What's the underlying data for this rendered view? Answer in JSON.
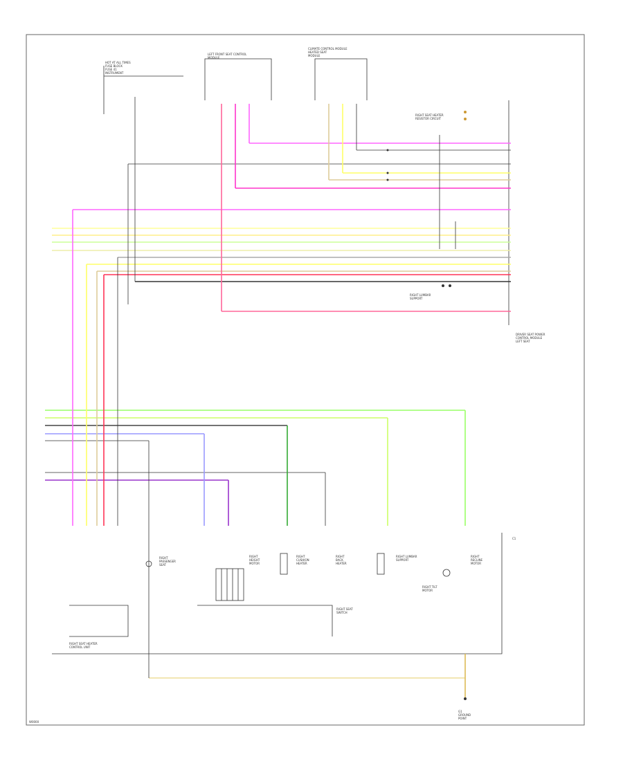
{
  "footer_code": "W0000",
  "colors": {
    "pink": "#ff66ff",
    "magenta": "#ff33cc",
    "red": "#ff3355",
    "yellow": "#ffff66",
    "green": "#99ff66",
    "light_green": "#ccff99",
    "dark_green": "#33aa33",
    "blue": "#6666ff",
    "purple": "#9933cc",
    "gray": "#888888",
    "black": "#222222",
    "tan": "#ddcc99",
    "orange": "#cc9933"
  },
  "labels": {
    "fuse_box": "HOT AT ALL TIMES\nFUSE BLOCK\nFUSE 41\nINSTRUMENT",
    "left_module": "LEFT FRONT SEAT CONTROL\nMODULE",
    "right_module": "CLIMATE CONTROL MODULE\nHEATED SEAT\nMODULE",
    "connector_right": "DRIVER SEAT POWER\nCONTROL MODULE\nLEFT SEAT",
    "seat_heater": "RIGHT SEAT HEATER\nRESISTOR CIRCUIT",
    "seat_heater_bottom": "RIGHT SEAT HEATER\nCONTROL UNIT",
    "passenger_switch": "RIGHT\nPASSENGER\nSEAT",
    "cushion": "RIGHT\nCUSHION\nHEATER",
    "backrest": "RIGHT\nBACK\nHEATER",
    "lumbar": "RIGHT LUMBAR\nSUPPORT",
    "recline": "RIGHT\nRECLINE\nMOTOR",
    "tilt": "RIGHT TILT\nMOTOR",
    "height": "RIGHT\nHEIGHT\nMOTOR",
    "ground": "G1\nGROUND\nPOINT",
    "connector_small": "C1",
    "seat_switch_block": "RIGHT SEAT\nSWITCH"
  }
}
